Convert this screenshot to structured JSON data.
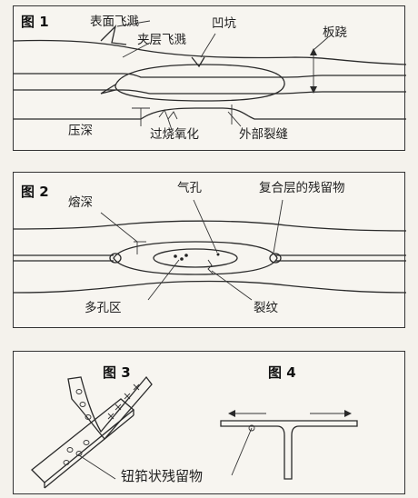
{
  "fig1": {
    "title": "图 1",
    "labels": {
      "surface_spatter": "表面飞溅",
      "interlayer_spatter": "夹层飞溅",
      "pit": "凹坑",
      "plate_warp": "板跷",
      "indent_depth": "压深",
      "overburn_oxidation": "过烧氧化",
      "external_crack": "外部裂缝"
    }
  },
  "fig2": {
    "title": "图 2",
    "labels": {
      "penetration": "熔深",
      "pore": "气孔",
      "composite_residue": "复合层的残留物",
      "porous_zone": "多孔区",
      "crack": "裂纹"
    }
  },
  "fig3": {
    "title": "图 3"
  },
  "fig4": {
    "title": "图 4"
  },
  "shared": {
    "button_residue": "钮筘状残留物"
  }
}
